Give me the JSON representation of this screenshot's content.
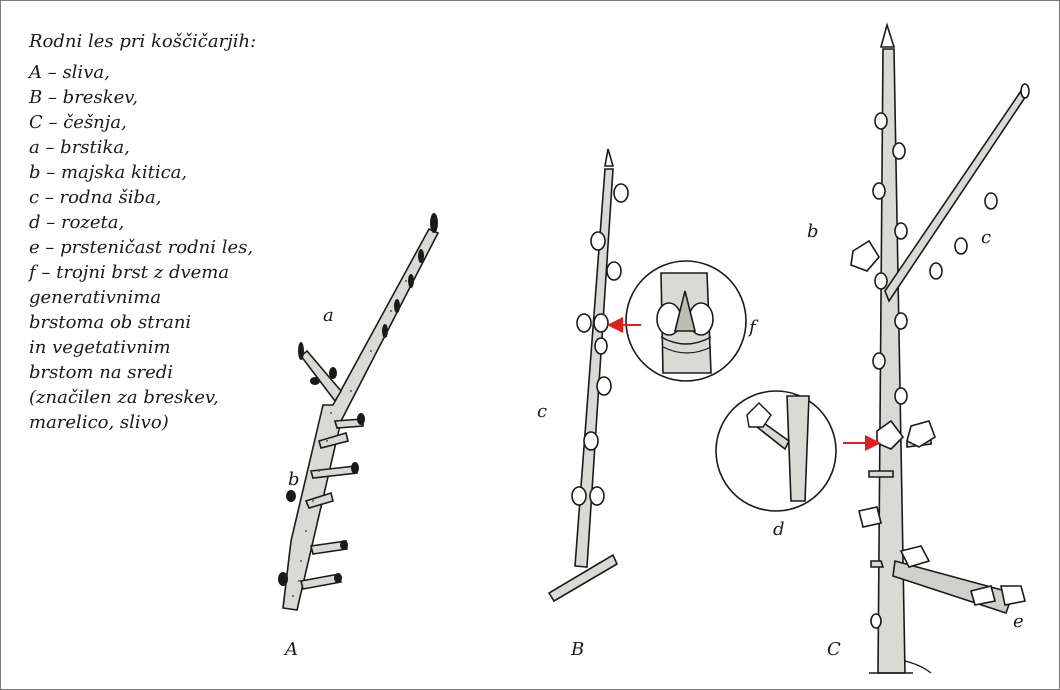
{
  "caption": {
    "title": "Rodni les pri koščičarjih:",
    "items": [
      "A – sliva,",
      "B – breskev,",
      "C – češnja,",
      "a – brstika,",
      "b – majska kitica,",
      "c – rodna šiba,",
      "d – rozeta,",
      "e – prsteničast rodni les,",
      "f – trojni brst z dvema",
      "generativnima",
      "brstoma ob strani",
      "in vegetativnim",
      "brstom na sredi",
      "(značilen za breskev,",
      "marelico, slivo)"
    ]
  },
  "figure_labels": {
    "A": "A",
    "B": "B",
    "C": "C",
    "a": "a",
    "b_plum": "b",
    "c_peach": "c",
    "f": "f",
    "b_cherry": "b",
    "c_cherry": "c",
    "d": "d",
    "e": "e"
  },
  "colors": {
    "ink": "#1a1a1a",
    "bark": "#d9d9d6",
    "arrow": "#e02020",
    "border": "#7a7a7a"
  }
}
